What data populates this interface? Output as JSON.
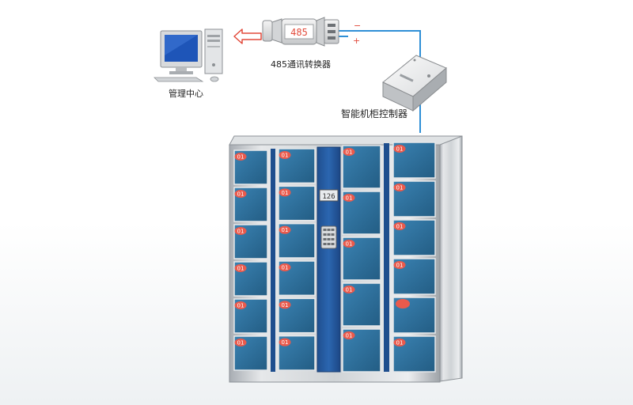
{
  "management": {
    "label": "管理中心"
  },
  "converter": {
    "label": "485通讯转换器",
    "display": "485",
    "minus": "−",
    "plus": "+"
  },
  "controller": {
    "label": "智能机柜控制器"
  },
  "cabinet": {
    "panel_number": "126",
    "door_badge": "01",
    "columns": [
      {
        "doors": 6
      },
      {
        "doors": 6
      },
      {
        "doors": 5
      },
      {
        "doors": 6
      }
    ],
    "blank_badge": {
      "column": 4,
      "row": 5
    }
  },
  "colors": {
    "cable": "#2f8fd6",
    "door_blue": "#2c6e98",
    "badge_red": "#ea5a4c",
    "frame_steel": "#c9ccd0",
    "arrow_red": "#e24a3b"
  }
}
